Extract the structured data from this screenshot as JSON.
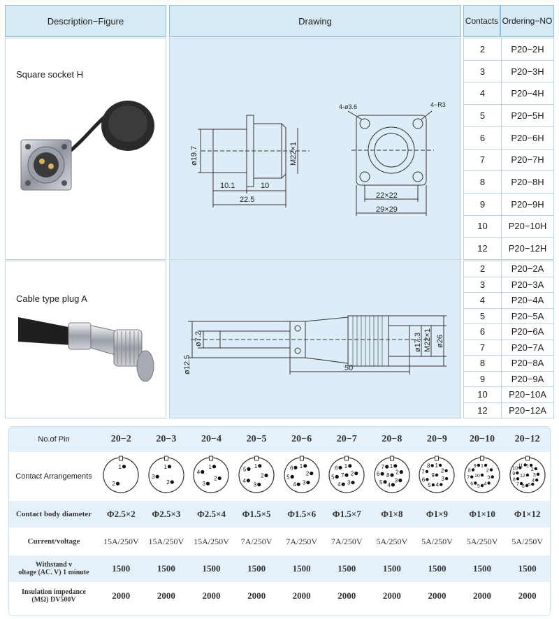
{
  "header": {
    "description": "Description−Figure",
    "drawing": "Drawing",
    "contacts": "Contacts",
    "ordering": "Ordering−NO"
  },
  "products": [
    {
      "label": "Square socket  H",
      "dims": {
        "d197": "ø19.7",
        "m22": "M22×1",
        "a101": "10.1",
        "a10": "10",
        "a225": "22.5",
        "hole": "4-ø3.6",
        "radius": "4−R3",
        "sq22": "22×22",
        "sq29": "29×29"
      },
      "rows": [
        {
          "contacts": "2",
          "order": "P20−2H"
        },
        {
          "contacts": "3",
          "order": "P20−3H"
        },
        {
          "contacts": "4",
          "order": "P20−4H"
        },
        {
          "contacts": "5",
          "order": "P20−5H"
        },
        {
          "contacts": "6",
          "order": "P20−6H"
        },
        {
          "contacts": "7",
          "order": "P20−7H"
        },
        {
          "contacts": "8",
          "order": "P20−8H"
        },
        {
          "contacts": "9",
          "order": "P20−9H"
        },
        {
          "contacts": "10",
          "order": "P20−10H"
        },
        {
          "contacts": "12",
          "order": "P20−12H"
        }
      ]
    },
    {
      "label": "Cable type plug A",
      "dims": {
        "d72": "ø7.2",
        "d125": "ø12.5",
        "d173": "ø17.3",
        "m22": "M22×1",
        "d26": "ø26",
        "a50": "50"
      },
      "rows": [
        {
          "contacts": "2",
          "order": "P20−2A"
        },
        {
          "contacts": "3",
          "order": "P20−3A"
        },
        {
          "contacts": "4",
          "order": "P20−4A"
        },
        {
          "contacts": "5",
          "order": "P20−5A"
        },
        {
          "contacts": "6",
          "order": "P20−6A"
        },
        {
          "contacts": "7",
          "order": "P20−7A"
        },
        {
          "contacts": "8",
          "order": "P20−8A"
        },
        {
          "contacts": "9",
          "order": "P20−9A"
        },
        {
          "contacts": "10",
          "order": "P20−10A"
        },
        {
          "contacts": "12",
          "order": "P20−12A"
        }
      ]
    }
  ],
  "specs": {
    "labels": {
      "pin": "No.of Pin",
      "arrangement": "Contact Arrangements",
      "diameter": "Contact body diameter",
      "current": "Current/voltage",
      "withstand_1": "Withstand v",
      "withstand_2": "oltage (AC. V) 1 minute",
      "insulation_1": "Insulation impedance",
      "insulation_2": "(MΩ) DV500V"
    },
    "columns": [
      {
        "pin": "20−2",
        "diameter": "Φ2.5×2",
        "current": "15A/250V",
        "withstand": "1500",
        "insulation": "2000",
        "pins": [
          "1",
          "2"
        ]
      },
      {
        "pin": "20−3",
        "diameter": "Φ2.5×3",
        "current": "15A/250V",
        "withstand": "1500",
        "insulation": "2000",
        "pins": [
          "1",
          "2",
          "3"
        ]
      },
      {
        "pin": "20−4",
        "diameter": "Φ2.5×4",
        "current": "15A/250V",
        "withstand": "1500",
        "insulation": "2000",
        "pins": [
          "1",
          "2",
          "3",
          "4"
        ]
      },
      {
        "pin": "20−5",
        "diameter": "Φ1.5×5",
        "current": "7A/250V",
        "withstand": "1500",
        "insulation": "2000",
        "pins": [
          "1",
          "2",
          "3",
          "4",
          "5"
        ]
      },
      {
        "pin": "20−6",
        "diameter": "Φ1.5×6",
        "current": "7A/250V",
        "withstand": "1500",
        "insulation": "2000",
        "pins": [
          "1",
          "2",
          "3",
          "4",
          "5",
          "6"
        ]
      },
      {
        "pin": "20−7",
        "diameter": "Φ1.5×7",
        "current": "7A/250V",
        "withstand": "1500",
        "insulation": "2000",
        "pins": [
          "1",
          "2",
          "3",
          "4",
          "5",
          "6",
          "7"
        ]
      },
      {
        "pin": "20−8",
        "diameter": "Φ1×8",
        "current": "5A/250V",
        "withstand": "1500",
        "insulation": "2000",
        "pins": [
          "1",
          "2",
          "3",
          "4",
          "5",
          "6",
          "7",
          "8"
        ]
      },
      {
        "pin": "20−9",
        "diameter": "Φ1×9",
        "current": "5A/250V",
        "withstand": "1500",
        "insulation": "2000",
        "pins": [
          "1",
          "2",
          "3",
          "4",
          "5",
          "6",
          "7",
          "8",
          "9"
        ]
      },
      {
        "pin": "20−10",
        "diameter": "Φ1×10",
        "current": "5A/250V",
        "withstand": "1500",
        "insulation": "2000",
        "pins": [
          "1",
          "2",
          "3",
          "4",
          "5",
          "6",
          "7",
          "8",
          "9",
          "10"
        ]
      },
      {
        "pin": "20−12",
        "diameter": "Φ1×12",
        "current": "5A/250V",
        "withstand": "1500",
        "insulation": "2000",
        "pins": [
          "1",
          "2",
          "3",
          "4",
          "5",
          "6",
          "7",
          "8",
          "9",
          "10",
          "11",
          "12"
        ]
      }
    ]
  }
}
